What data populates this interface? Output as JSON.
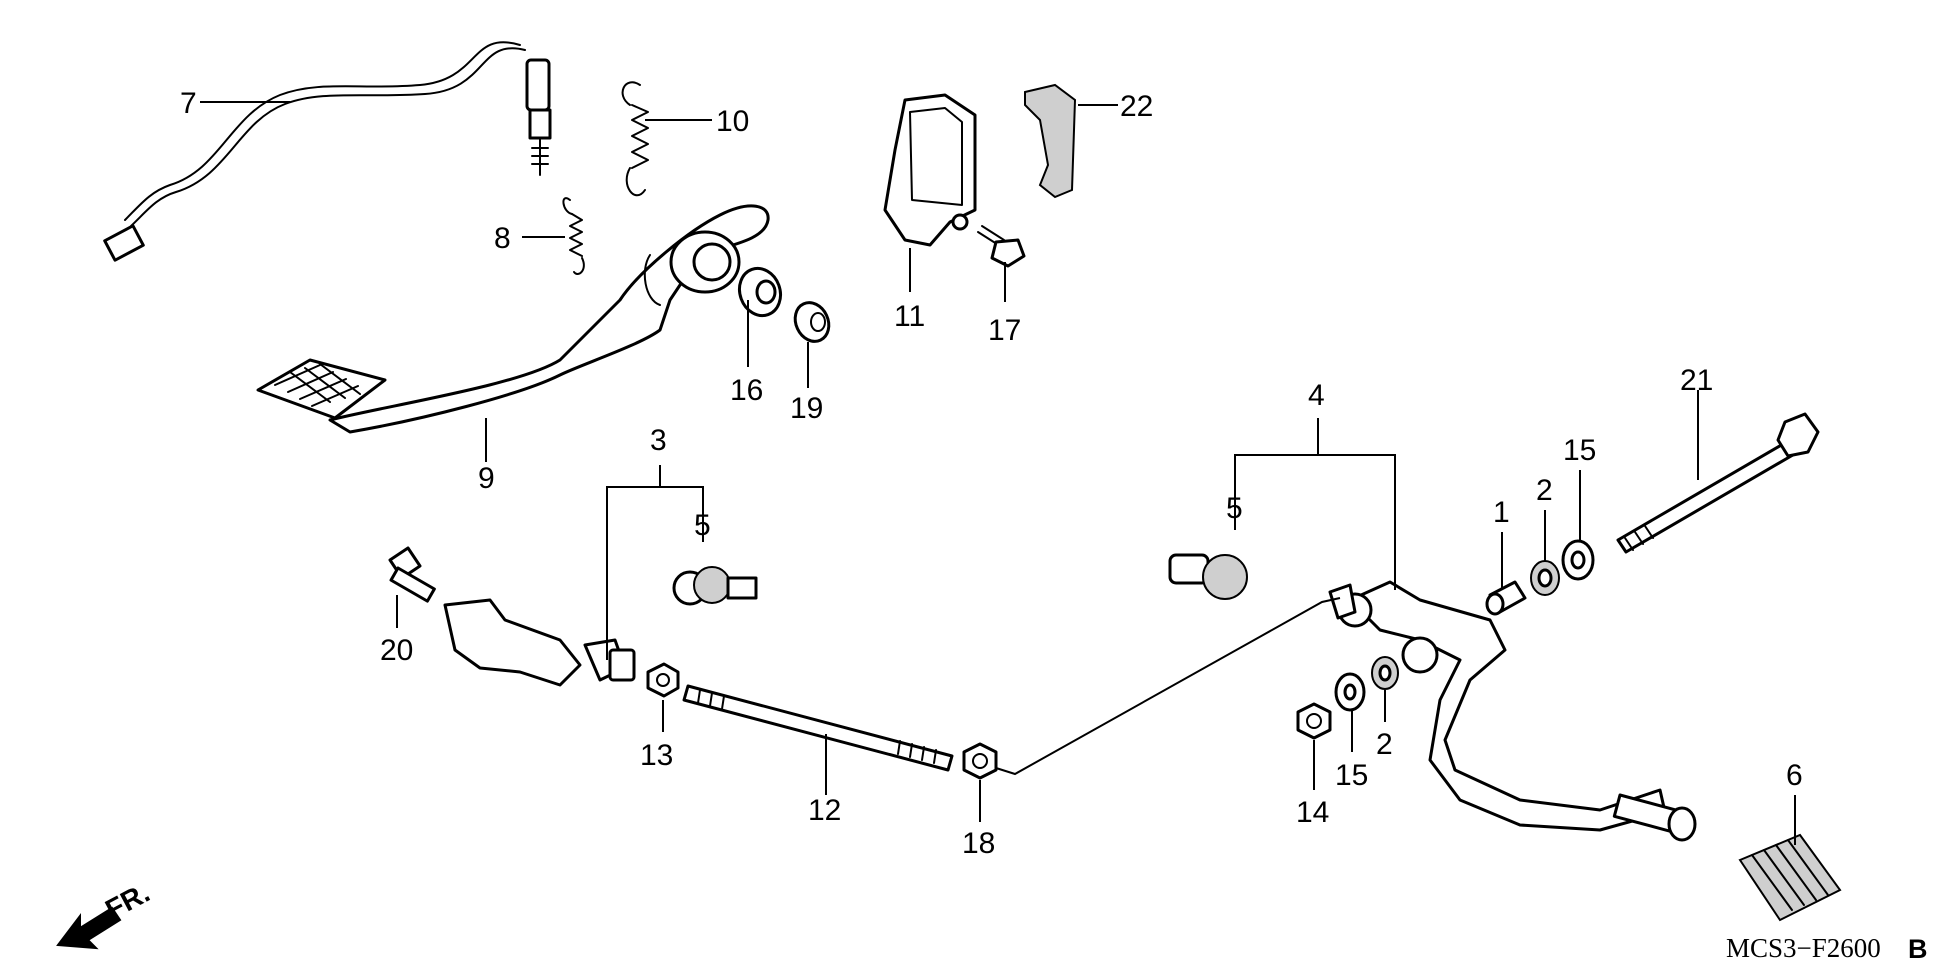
{
  "diagram": {
    "code": "MCS3−F2600",
    "code_suffix": "B",
    "direction_label": "FR.",
    "callouts": [
      "1",
      "2",
      "3",
      "4",
      "5",
      "6",
      "7",
      "8",
      "9",
      "10",
      "11",
      "12",
      "13",
      "14",
      "15",
      "16",
      "17",
      "18",
      "19",
      "20",
      "21",
      "22"
    ],
    "labels": {
      "c1": "1",
      "c2a": "2",
      "c2b": "2",
      "c3": "3",
      "c4": "4",
      "c5a": "5",
      "c5b": "5",
      "c6": "6",
      "c7": "7",
      "c8": "8",
      "c9": "9",
      "c10": "10",
      "c11": "11",
      "c12": "12",
      "c13": "13",
      "c14": "14",
      "c15a": "15",
      "c15b": "15",
      "c16": "16",
      "c17": "17",
      "c18": "18",
      "c19": "19",
      "c20": "20",
      "c21": "21",
      "c22": "22"
    }
  }
}
